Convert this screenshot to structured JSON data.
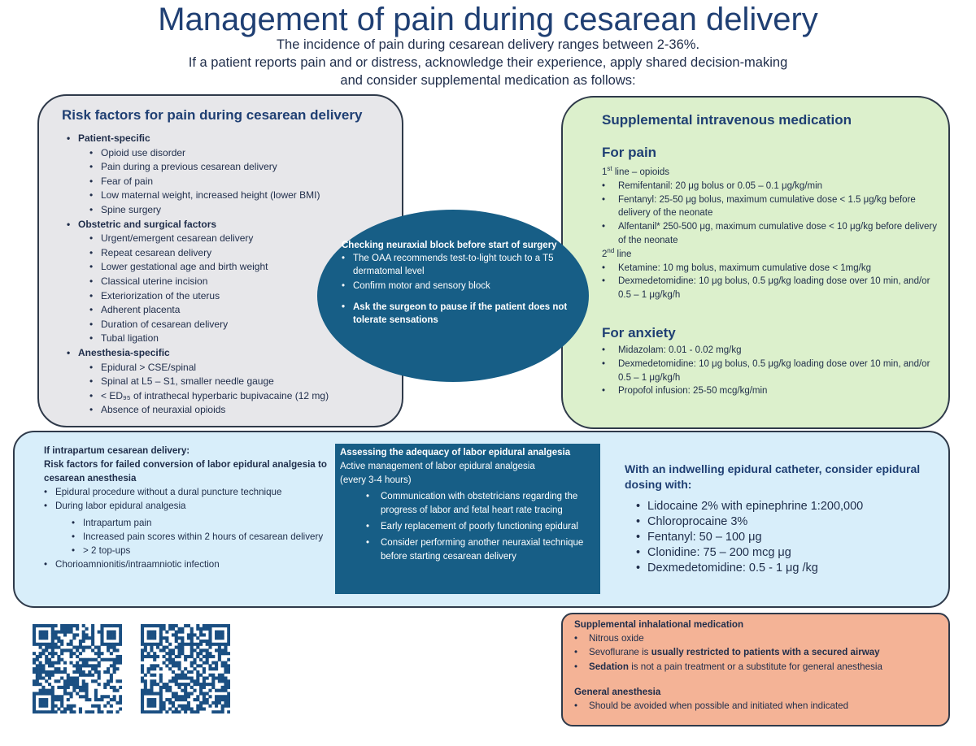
{
  "title": "Management of pain during cesarean delivery",
  "intro": {
    "line1": "The incidence of pain during cesarean delivery ranges between 2-36%.",
    "line2": "If a patient reports pain and or distress, acknowledge their experience, apply shared decision-making",
    "line3": "and consider supplemental medication as follows:"
  },
  "risk_factors": {
    "header": "Risk factors for pain during cesarean delivery",
    "categories": [
      {
        "label": "Patient-specific",
        "items": [
          "Opioid use disorder",
          "Pain during a previous cesarean delivery",
          "Fear of pain",
          "Low maternal weight, increased height (lower BMI)",
          "Spine surgery"
        ]
      },
      {
        "label": "Obstetric and surgical factors",
        "items": [
          "Urgent/emergent cesarean delivery",
          "Repeat cesarean delivery",
          "Lower gestational age and birth weight",
          "Classical uterine incision",
          "Exteriorization of the uterus",
          "Adherent placenta",
          "Duration of cesarean delivery",
          "Tubal ligation"
        ]
      },
      {
        "label": "Anesthesia-specific",
        "items": [
          "Epidural > CSE/spinal",
          "Spinal at  L5 – S1, smaller needle gauge",
          "< ED₉₅ of intrathecal hyperbaric bupivacaine (12 mg)",
          "Absence of neuraxial opioids"
        ]
      }
    ]
  },
  "neuraxial_check": {
    "header": "Checking neuraxial block before start of surgery",
    "items": [
      "The OAA recommends test-to-light touch to a T5 dermatomal level",
      "Confirm motor and sensory block"
    ],
    "ask": "Ask the surgeon to pause if the patient does not tolerate sensations"
  },
  "supplemental_iv": {
    "header": "Supplemental intravenous medication",
    "pain_header": "For pain",
    "first_line_prefix": "1",
    "first_line_sup": "st",
    "first_line_suffix": " line – opioids",
    "first_line_items": [
      "Remifentanil: 20 μg bolus or 0.05 – 0.1 μg/kg/min",
      "Fentanyl: 25-50 μg bolus, maximum cumulative dose < 1.5 μg/kg before delivery of the neonate",
      "Alfentanil* 250-500 μg, maximum cumulative dose  < 10 μg/kg before delivery of the neonate"
    ],
    "second_line_prefix": "2",
    "second_line_sup": "nd",
    "second_line_suffix": " line",
    "second_line_items": [
      "Ketamine: 10 mg bolus, maximum cumulative dose  < 1mg/kg",
      "Dexmedetomidine: 10 μg bolus, 0.5 μg/kg loading dose over 10 min, and/or 0.5 – 1 μg/kg/h"
    ],
    "anxiety_header": "For anxiety",
    "anxiety_items": [
      "Midazolam: 0.01 - 0.02 mg/kg",
      "Dexmedetomidine:  10 μg bolus, 0.5 μg/kg loading dose over 10 min, and/or 0.5 – 1 μg/kg/h",
      "Propofol infusion: 25-50 mcg/kg/min"
    ]
  },
  "intrapartum": {
    "header1": "If intrapartum cesarean delivery:",
    "header2": "Risk factors for failed conversion of labor epidural analgesia to cesarean anesthesia",
    "item1": "Epidural procedure without a dural puncture technique",
    "item2": "During labor epidural analgesia",
    "item2_subs": [
      "Intrapartum pain",
      "Increased pain scores within 2 hours of cesarean delivery",
      "> 2 top-ups"
    ],
    "item3": "Chorioamnionitis/intraamniotic infection"
  },
  "labor_epidural": {
    "header": "Assessing the adequacy of labor epidural analgesia",
    "line1": "Active management of labor epidural analgesia",
    "line2": "(every 3-4 hours)",
    "items": [
      "Communication with obstetricians regarding the progress of labor and fetal heart rate tracing",
      "Early replacement of poorly functioning epidural",
      "Consider performing another neuraxial technique before starting cesarean delivery"
    ]
  },
  "epidural_dosing": {
    "header": "With an indwelling epidural catheter, consider epidural dosing with:",
    "items": [
      "Lidocaine 2% with epinephrine 1:200,000",
      "Chloroprocaine 3%",
      "Fentanyl: 50 – 100 μg",
      "Clonidine: 75 – 200 mcg μg",
      "Dexmedetomidine: 0.5 - 1 μg /kg"
    ]
  },
  "inhalational": {
    "header": "Supplemental inhalational medication",
    "item1": "Nitrous oxide",
    "item2_plain": "Sevoflurane is ",
    "item2_bold": "usually restricted to patients with a secured airway",
    "item3_bold": "Sedation",
    "item3_plain": " is not a pain treatment or a substitute for general anesthesia",
    "ga_header": "General anesthesia",
    "ga_item": "Should be avoided when possible and initiated when indicated"
  },
  "colors": {
    "title": "#1f3f73",
    "risk_bg": "#e7e7ea",
    "supp_bg": "#dcf0cc",
    "intra_bg": "#d8eefa",
    "inhal_bg": "#f4b396",
    "dark": "#175e86"
  },
  "icons": [
    "qr-code-1",
    "qr-code-2"
  ]
}
